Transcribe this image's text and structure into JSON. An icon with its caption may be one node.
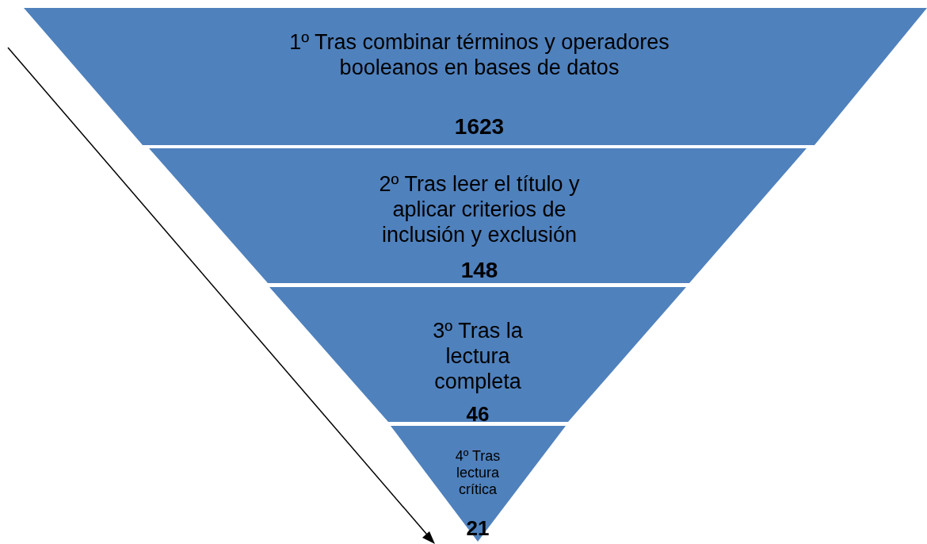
{
  "diagram": {
    "nodes": [
      {
        "text": [
          "1º Tras combinar términos y operadores booleanos en bases de datos",
          "1623"
        ]
      },
      {
        "text": [
          "2º Tras leer el título y aplicar criterios de inclusión y exclusión",
          "148"
        ]
      },
      {
        "text": [
          "3º Tras la lectura completa",
          "46"
        ]
      },
      {
        "text": [
          "4º Tras lectura crítica",
          "21"
        ]
      }
    ]
  }
}
